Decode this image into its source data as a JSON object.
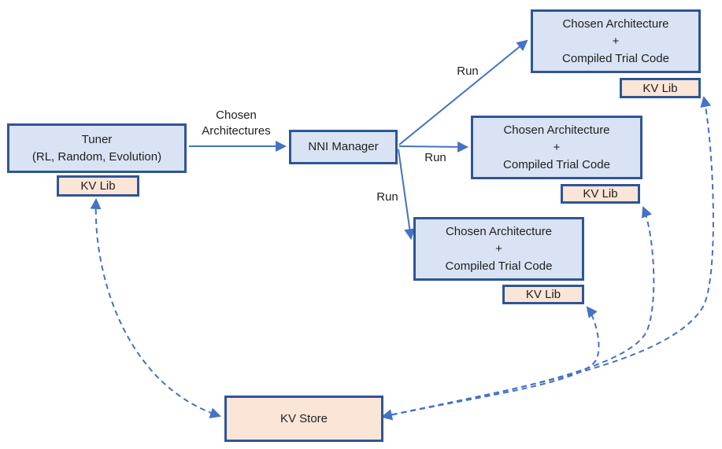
{
  "colors": {
    "node_fill_blue": "#dae3f3",
    "node_fill_peach": "#fbe5d6",
    "node_border": "#2f5597",
    "connector_blue": "#4472c4",
    "text": "#1f1f1f"
  },
  "nodes": {
    "tuner": {
      "line1": "Tuner",
      "line2": "(RL, Random, Evolution)",
      "kv_lib": "KV Lib"
    },
    "nni_manager": {
      "label": "NNI Manager"
    },
    "trial_top": {
      "line1": "Chosen Architecture",
      "line2": "+",
      "line3": "Compiled Trial Code",
      "kv_lib": "KV Lib"
    },
    "trial_mid": {
      "line1": "Chosen Architecture",
      "line2": "+",
      "line3": "Compiled Trial Code",
      "kv_lib": "KV Lib"
    },
    "trial_bottom": {
      "line1": "Chosen Architecture",
      "line2": "+",
      "line3": "Compiled Trial Code",
      "kv_lib": "KV Lib"
    },
    "kv_store": {
      "label": "KV Store"
    }
  },
  "edge_labels": {
    "chosen_architectures": "Chosen Architectures",
    "run_top": "Run",
    "run_mid": "Run",
    "run_bottom": "Run"
  }
}
